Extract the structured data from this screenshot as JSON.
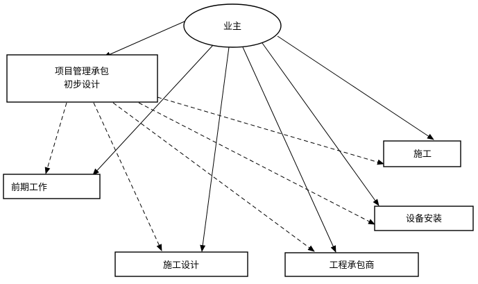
{
  "diagram": {
    "nodes": {
      "owner": {
        "label": "业主"
      },
      "pm": {
        "line1": "项目管理承包",
        "line2": "初步设计"
      },
      "preliminary": {
        "label": "前期工作"
      },
      "construction_design": {
        "label": "施工设计"
      },
      "contractor": {
        "label": "工程承包商"
      },
      "construction": {
        "label": "施工"
      },
      "equipment": {
        "label": "设备安装"
      }
    },
    "edges": [
      {
        "from": "owner",
        "to": "pm",
        "style": "solid"
      },
      {
        "from": "owner",
        "to": "preliminary",
        "style": "solid"
      },
      {
        "from": "owner",
        "to": "construction_design",
        "style": "solid"
      },
      {
        "from": "owner",
        "to": "contractor",
        "style": "solid"
      },
      {
        "from": "owner",
        "to": "equipment",
        "style": "solid"
      },
      {
        "from": "owner",
        "to": "construction",
        "style": "solid"
      },
      {
        "from": "pm",
        "to": "preliminary",
        "style": "dashed"
      },
      {
        "from": "pm",
        "to": "construction_design",
        "style": "dashed"
      },
      {
        "from": "pm",
        "to": "contractor",
        "style": "dashed"
      },
      {
        "from": "pm",
        "to": "equipment",
        "style": "dashed"
      },
      {
        "from": "pm",
        "to": "construction",
        "style": "dashed"
      }
    ]
  }
}
